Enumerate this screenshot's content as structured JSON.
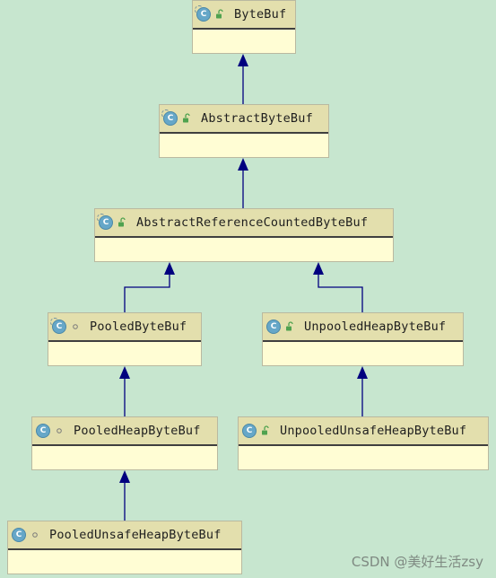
{
  "nodes": [
    {
      "name": "ByteBuf",
      "kind": "abstract-class",
      "visibility": "public"
    },
    {
      "name": "AbstractByteBuf",
      "kind": "abstract-class",
      "visibility": "public"
    },
    {
      "name": "AbstractReferenceCountedByteBuf",
      "kind": "abstract-class",
      "visibility": "public"
    },
    {
      "name": "PooledByteBuf",
      "kind": "abstract-class",
      "visibility": "package-private"
    },
    {
      "name": "UnpooledHeapByteBuf",
      "kind": "class",
      "visibility": "public"
    },
    {
      "name": "PooledHeapByteBuf",
      "kind": "class",
      "visibility": "package-private"
    },
    {
      "name": "UnpooledUnsafeHeapByteBuf",
      "kind": "class",
      "visibility": "public"
    },
    {
      "name": "PooledUnsafeHeapByteBuf",
      "kind": "class",
      "visibility": "package-private"
    }
  ],
  "edges": [
    {
      "from": "AbstractByteBuf",
      "to": "ByteBuf",
      "type": "extends"
    },
    {
      "from": "AbstractReferenceCountedByteBuf",
      "to": "AbstractByteBuf",
      "type": "extends"
    },
    {
      "from": "PooledByteBuf",
      "to": "AbstractReferenceCountedByteBuf",
      "type": "extends"
    },
    {
      "from": "UnpooledHeapByteBuf",
      "to": "AbstractReferenceCountedByteBuf",
      "type": "extends"
    },
    {
      "from": "PooledHeapByteBuf",
      "to": "PooledByteBuf",
      "type": "extends"
    },
    {
      "from": "UnpooledUnsafeHeapByteBuf",
      "to": "UnpooledHeapByteBuf",
      "type": "extends"
    },
    {
      "from": "PooledUnsafeHeapByteBuf",
      "to": "PooledHeapByteBuf",
      "type": "extends"
    }
  ],
  "colors": {
    "background": "#c7e6cf",
    "node_header": "#e3dfad",
    "node_body": "#fffdd4",
    "edge": "#00007f",
    "class_icon": "#66a7c8",
    "public_icon": "#4fa24f"
  },
  "icons": {
    "class": "class-c-icon",
    "public": "open-lock-icon",
    "package_private": "dot-icon"
  },
  "watermark": "CSDN @美好生活zsy"
}
